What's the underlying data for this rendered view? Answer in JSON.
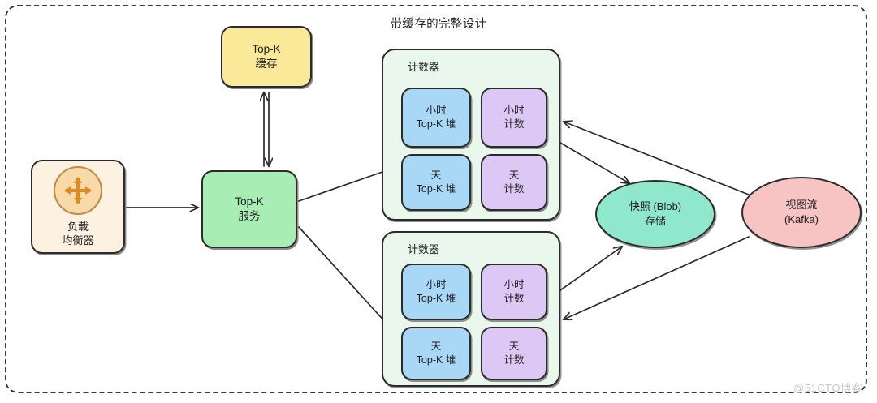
{
  "diagram": {
    "title": "带缓存的完整设计",
    "watermark": "@51CTO博客"
  },
  "nodes": {
    "load_balancer": {
      "label": "负载\n均衡器",
      "icon": "four-way-arrow-icon",
      "fill": "#fdf2e2",
      "icon_fill": "#f8d9a8",
      "icon_stroke": "#e08a1e"
    },
    "cache": {
      "label": "Top-K\n缓存",
      "fill": "#fbe99a"
    },
    "service": {
      "label": "Top-K\n服务",
      "fill": "#a8eeb4"
    },
    "snapshot": {
      "label": "快照 (Blob)\n存储",
      "fill": "#8fe8cb"
    },
    "kafka": {
      "label": "视图流\n(Kafka)",
      "fill": "#f7c3c3"
    }
  },
  "counter_groups": [
    {
      "label": "计数器",
      "fill": "#eaf7ec",
      "cells": [
        {
          "label": "小时\nTop-K 堆",
          "kind": "heap",
          "fill": "#a9d8f7"
        },
        {
          "label": "小时\n计数",
          "kind": "count",
          "fill": "#ddc8f5"
        },
        {
          "label": "天\nTop-K 堆",
          "kind": "heap",
          "fill": "#a9d8f7"
        },
        {
          "label": "天\n计数",
          "kind": "count",
          "fill": "#ddc8f5"
        }
      ]
    },
    {
      "label": "计数器",
      "fill": "#eaf7ec",
      "cells": [
        {
          "label": "小时\nTop-K 堆",
          "kind": "heap",
          "fill": "#a9d8f7"
        },
        {
          "label": "小时\n计数",
          "kind": "count",
          "fill": "#ddc8f5"
        },
        {
          "label": "天\nTop-K 堆",
          "kind": "heap",
          "fill": "#a9d8f7"
        },
        {
          "label": "天\n计数",
          "kind": "count",
          "fill": "#ddc8f5"
        }
      ]
    }
  ],
  "edges": [
    {
      "from": "load_balancer",
      "to": "service",
      "style": "single"
    },
    {
      "from": "cache",
      "to": "service",
      "style": "double"
    },
    {
      "from": "service",
      "to": "counter_group_1",
      "style": "single"
    },
    {
      "from": "service",
      "to": "counter_group_2",
      "style": "single"
    },
    {
      "from": "counter_group_1",
      "to": "snapshot",
      "style": "single"
    },
    {
      "from": "counter_group_2",
      "to": "snapshot",
      "style": "single"
    },
    {
      "from": "kafka",
      "to": "counter_group_1",
      "style": "single"
    },
    {
      "from": "kafka",
      "to": "counter_group_2",
      "style": "single"
    }
  ]
}
